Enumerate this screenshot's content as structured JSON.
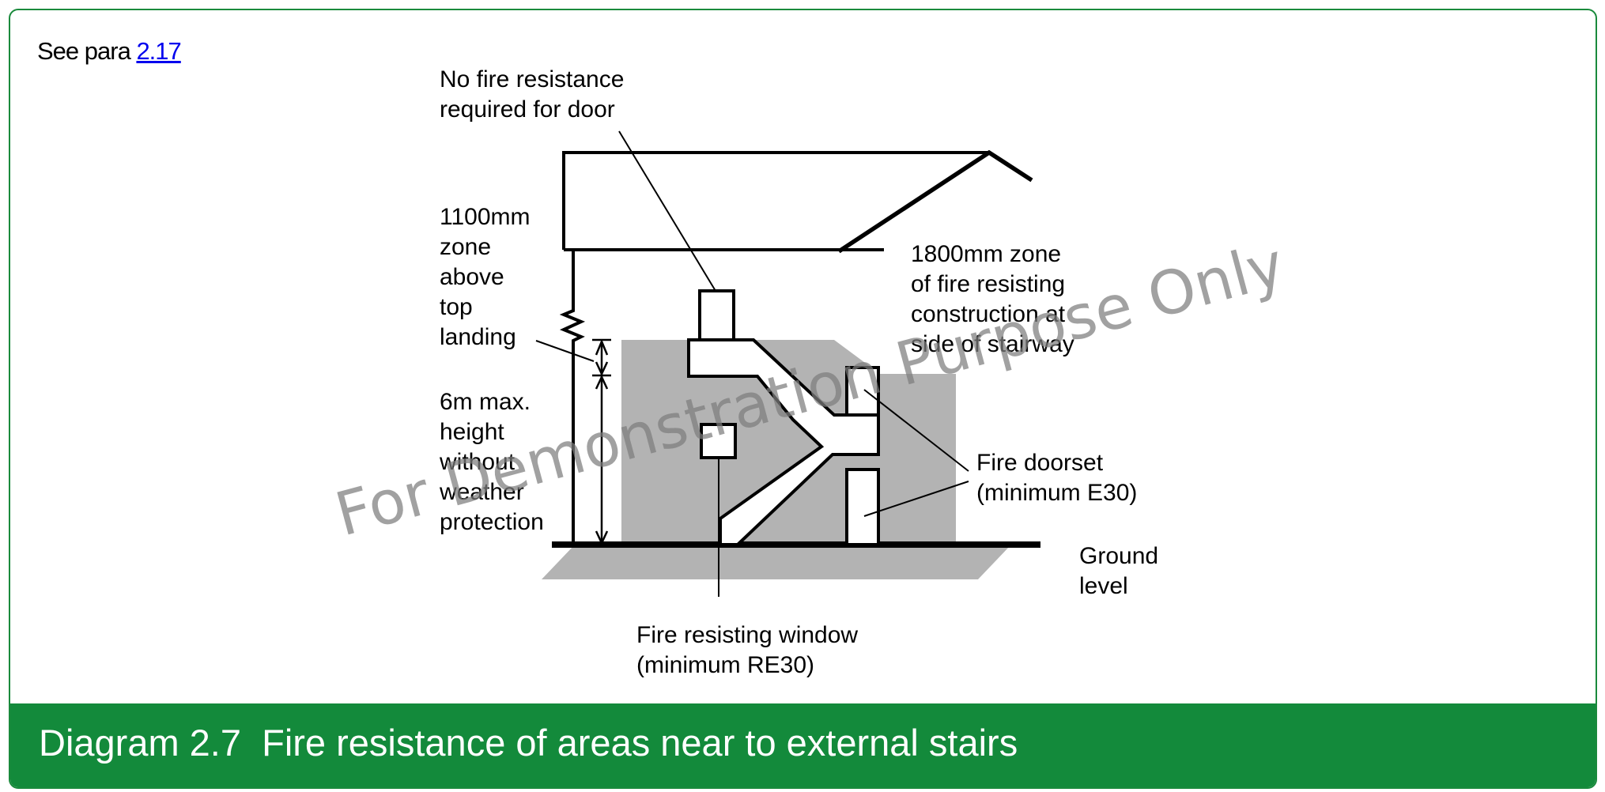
{
  "header": {
    "see_prefix": "See para ",
    "see_link": "2.17"
  },
  "labels": {
    "no_fire_door": [
      "No fire resistance",
      "required for door"
    ],
    "zone_1100": [
      "1100mm",
      "zone",
      "above",
      "top",
      "landing"
    ],
    "height_6m": [
      "6m max.",
      "height",
      "without",
      "weather",
      "protection"
    ],
    "zone_1800": [
      "1800mm zone",
      "of fire resisting",
      "construction at",
      "side of stairway"
    ],
    "fire_doorset": [
      "Fire doorset",
      "(minimum E30)"
    ],
    "ground_level": [
      "Ground",
      "level"
    ],
    "fire_window": [
      "Fire resisting window",
      "(minimum RE30)"
    ]
  },
  "watermark": "For Demonstration Purpose Only",
  "caption": {
    "number": "Diagram 2.7",
    "title": "Fire resistance of areas near to external stairs"
  },
  "colors": {
    "frame": "#1a8a3c",
    "caption_bar": "#138a3b",
    "zone_fill": "#b3b3b3",
    "link": "#0000ee"
  }
}
